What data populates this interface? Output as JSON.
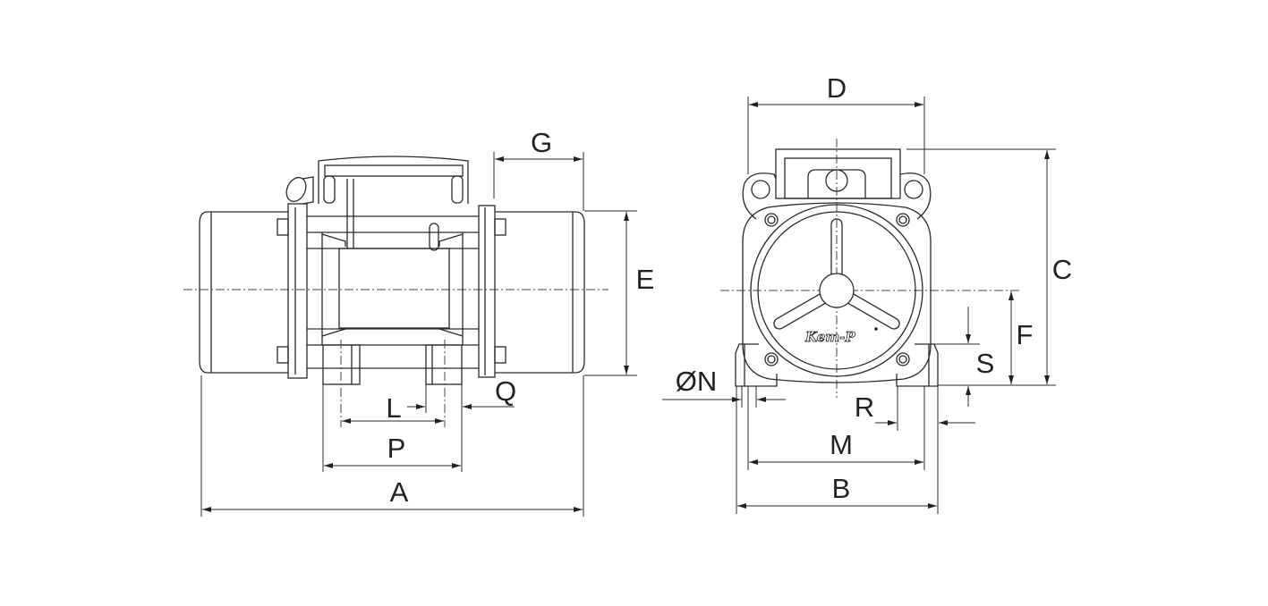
{
  "labels": {
    "A": "A",
    "B": "B",
    "C": "C",
    "D": "D",
    "E": "E",
    "F": "F",
    "G": "G",
    "L": "L",
    "M": "M",
    "N": "ØN",
    "P": "P",
    "Q": "Q",
    "R": "R",
    "S": "S"
  },
  "logo": "Kem-P"
}
